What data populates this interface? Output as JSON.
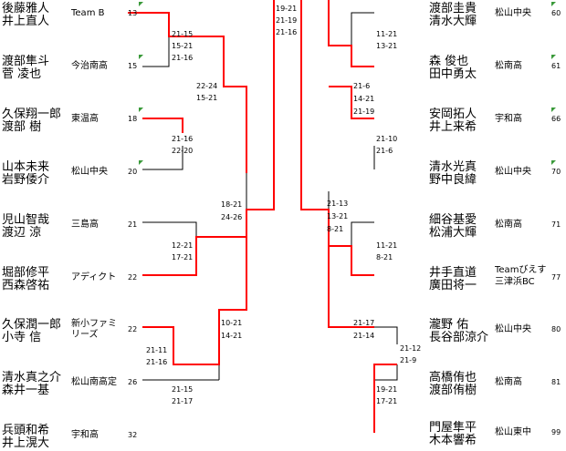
{
  "left": {
    "players": [
      {
        "names": [
          "後藤雅人",
          "井上直人"
        ],
        "team": "Team B",
        "seed": "13"
      },
      {
        "names": [
          "渡部隼斗",
          "菅 凌也"
        ],
        "team": "今治南高",
        "seed": "15"
      },
      {
        "names": [
          "久保翔一郎",
          "渡部 樹"
        ],
        "team": "東温高",
        "seed": "18"
      },
      {
        "names": [
          "山本未来",
          "岩野倭介"
        ],
        "team": "松山中央",
        "seed": "20"
      },
      {
        "names": [
          "児山智哉",
          "渡辺 涼"
        ],
        "team": "三島高",
        "seed": "21"
      },
      {
        "names": [
          "堀部修平",
          "西森啓祐"
        ],
        "team": "アディクト",
        "seed": "22"
      },
      {
        "names": [
          "久保潤一郎",
          "小寺 信"
        ],
        "team": "新小ファミリーズ",
        "seed": "22"
      },
      {
        "names": [
          "清水真之介",
          "森井一基"
        ],
        "team": "松山南高定",
        "seed": "26"
      },
      {
        "names": [
          "兵頭和希",
          "井上滉大"
        ],
        "team": "宇和高",
        "seed": "32"
      }
    ],
    "scores": {
      "m1": [
        "21-15",
        "15-21",
        "21-16"
      ],
      "m2": [
        "22-24",
        "15-21"
      ],
      "m3": [
        "21-16",
        "22-20"
      ],
      "m4": [
        "18-21",
        "24-26"
      ],
      "m5": [
        "12-21",
        "17-21"
      ],
      "m6": [
        "10-21",
        "14-21"
      ],
      "m7": [
        "21-11",
        "21-16"
      ],
      "m8": [
        "21-15",
        "21-17"
      ]
    }
  },
  "center": {
    "left_top": [
      "19-21",
      "21-19",
      "21-16"
    ],
    "right_mid": [
      "21-13",
      "13-21",
      "8-21"
    ]
  },
  "right": {
    "players": [
      {
        "names": [
          "渡部圭貴",
          "清水大輝"
        ],
        "team": "松山中央",
        "seed": "60"
      },
      {
        "names": [
          "森 俊也",
          "田中勇太"
        ],
        "team": "松南高",
        "seed": "61"
      },
      {
        "names": [
          "安岡拓人",
          "井上来希"
        ],
        "team": "宇和高",
        "seed": "66"
      },
      {
        "names": [
          "清水光真",
          "野中良緯"
        ],
        "team": "松山中央",
        "seed": "70"
      },
      {
        "names": [
          "細谷基愛",
          "松浦大輝"
        ],
        "team": "松南高",
        "seed": "71"
      },
      {
        "names": [
          "井手直道",
          "廣田将一"
        ],
        "team": "Teamびえす 三津浜BC",
        "seed": "77"
      },
      {
        "names": [
          "瀧野 佑",
          "長谷部涼介"
        ],
        "team": "松山中央",
        "seed": "80"
      },
      {
        "names": [
          "高橋侑也",
          "渡部侑樹"
        ],
        "team": "松南高",
        "seed": "81"
      },
      {
        "names": [
          "門屋隼平",
          "木本響希"
        ],
        "team": "松山東中",
        "seed": "99"
      }
    ],
    "scores": {
      "m1": [
        "11-21",
        "13-21"
      ],
      "m2": [
        "21-6",
        "14-21",
        "21-19"
      ],
      "m3": [
        "21-10",
        "21-6"
      ],
      "m4": [
        "11-21",
        "8-21"
      ],
      "m5": [
        "21-17",
        "21-14"
      ],
      "m6": [
        "21-12",
        "21-9"
      ],
      "m7": [
        "19-21",
        "17-21"
      ]
    }
  },
  "colors": {
    "winner_line": "#ff0000",
    "loser_line": "#000000",
    "flag": "#3a9a3a"
  }
}
